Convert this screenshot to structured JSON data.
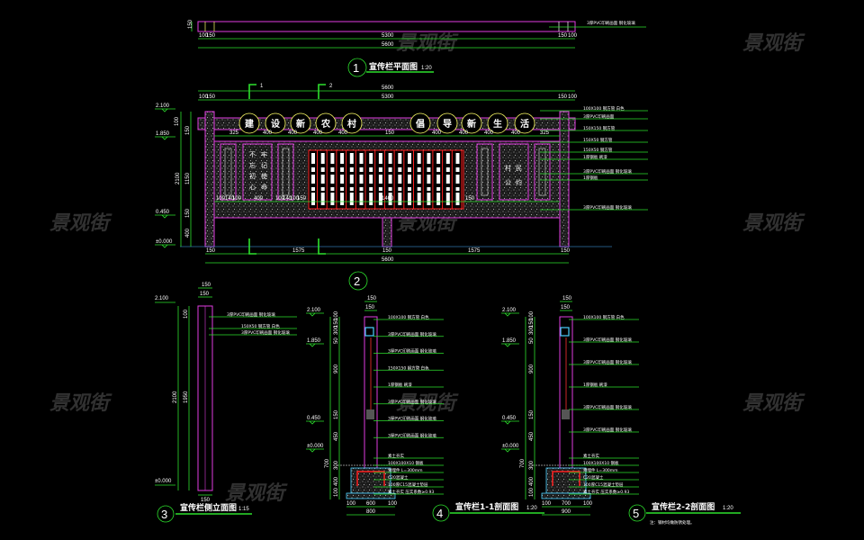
{
  "watermark": "景观街",
  "plan": {
    "number": "1",
    "title": "宣传栏平面图",
    "scale": "1:20",
    "dims_top": [
      "100",
      "150",
      "5300",
      "150",
      "100"
    ],
    "dims_total": "5600",
    "depth": "150",
    "annotation": "3厚PVC印刷画面 钢化玻璃"
  },
  "elevation": {
    "number": "2",
    "section_marks": [
      "1",
      "2"
    ],
    "dims_top_total": "5600",
    "dims_top": [
      "100",
      "150",
      "5300",
      "150",
      "100"
    ],
    "dims_circles": [
      "325",
      "400",
      "400",
      "400",
      "400",
      "150",
      "400",
      "400",
      "400",
      "400",
      "325"
    ],
    "dims_bottom": [
      "150",
      "1575",
      "150",
      "1575",
      "150"
    ],
    "dims_bottom_total": "5600",
    "elevations": [
      "2.100",
      "1.850",
      "0.450",
      "±0.000"
    ],
    "heights": [
      "100",
      "150",
      "2100",
      "1150",
      "150",
      "400"
    ],
    "slogan_left": [
      "建",
      "设",
      "新",
      "农",
      "村"
    ],
    "slogan_right": [
      "倡",
      "导",
      "新",
      "生",
      "活"
    ],
    "panel_left": [
      "不",
      "忘",
      "初",
      "心",
      "牢",
      "记",
      "使",
      "命"
    ],
    "panel_right": [
      "村",
      "民",
      "公",
      "约"
    ],
    "panel_dims": [
      "100",
      "140",
      "100",
      "400",
      "100",
      "140",
      "100",
      "150",
      "1400",
      "150"
    ],
    "annotations": [
      "100X100 钢方管 白色",
      "3厚PVC印刷画面",
      "150X150 钢方管",
      "150X50 钢方管",
      "150X50 钢方管",
      "1厚钢板 刷漆",
      "3厚PVC印刷画面 钢化玻璃",
      "1厚钢板",
      "3厚PVC印刷画面 钢化玻璃"
    ]
  },
  "side": {
    "number": "3",
    "title": "宣传栏侧立面图",
    "scale": "1:15",
    "dims": [
      "150",
      "150",
      "100",
      "2100",
      "1950",
      "150"
    ],
    "elevations": [
      "2.100",
      "±0.000"
    ],
    "annotations": [
      "3厚PVC印刷画面 钢化玻璃",
      "150X50 钢方管 白色",
      "3厚PVC印刷画面 钢化玻璃"
    ]
  },
  "section1": {
    "number": "4",
    "title": "宣传栏1-1剖面图",
    "scale": "1:20",
    "top_dims": [
      "150",
      "150"
    ],
    "heights": [
      "100",
      "150",
      "300",
      "50",
      "900",
      "150",
      "450",
      "300",
      "700",
      "400",
      "100"
    ],
    "elevations": [
      "2.100",
      "1.850",
      "0.450",
      "±0.000"
    ],
    "bottom_dims": [
      "100",
      "600",
      "100",
      "800"
    ],
    "annotations": [
      "100X100 钢方管 白色",
      "3厚PVC印刷画面 钢化玻璃",
      "3厚PVC印刷画面 钢化玻璃",
      "150X150 钢方管 白色",
      "1厚钢板 刷漆",
      "3厚PVC印刷画面 钢化玻璃",
      "3厚PVC印刷画面 钢化玻璃",
      "3厚PVC印刷画面 钢化玻璃",
      "素土夯实",
      "100X100X10 钢板",
      "预埋件 L=300mm",
      "C20混凝土",
      "100厚C15混凝土垫层",
      "素土夯实 压实系数≥0.93"
    ]
  },
  "section2": {
    "number": "5",
    "title": "宣传栏2-2剖面图",
    "scale": "1:20",
    "top_dims": [
      "150",
      "150"
    ],
    "heights": [
      "100",
      "150",
      "300",
      "50",
      "900",
      "150",
      "450",
      "300",
      "700",
      "400",
      "100"
    ],
    "elevations": [
      "2.100",
      "1.850",
      "0.450",
      "±0.000"
    ],
    "bottom_dims": [
      "100",
      "700",
      "100",
      "900"
    ],
    "annotations": [
      "100X100 钢方管 白色",
      "3厚PVC印刷画面 钢化玻璃",
      "3厚PVC印刷画面 钢化玻璃",
      "1厚钢板 刷漆",
      "3厚PVC印刷画面 钢化玻璃",
      "3厚PVC印刷画面 钢化玻璃",
      "素土夯实",
      "100X100X10 钢板",
      "预埋件 L=300mm",
      "C20混凝土",
      "100厚C15混凝土垫层",
      "素土夯实 压实系数≥0.93"
    ]
  },
  "note": "注：钢材均做防锈处理。"
}
